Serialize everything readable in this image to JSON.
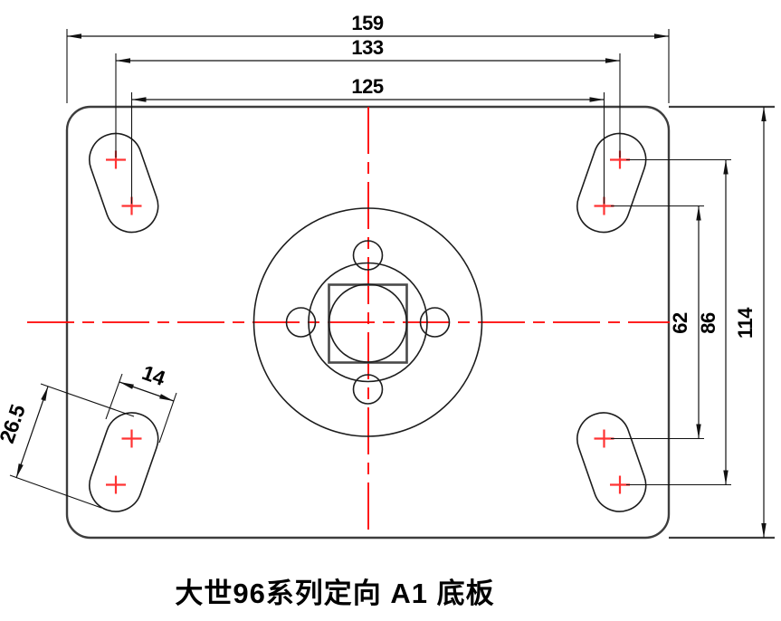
{
  "title": {
    "text": "大世96系列定向 A1 底板"
  },
  "drawing": {
    "dims": {
      "overall_width": "159",
      "upper_slot_centers_span": "133",
      "lower_slot_centers_span": "125",
      "inner_vertical_span": "62",
      "outer_vertical_span": "86",
      "overall_height": "114",
      "slot_width": "14",
      "slot_length": "26.5"
    },
    "colors": {
      "outline": "#3d3d3d",
      "feature_line": "#1c1c1c",
      "dimension_line": "#111111",
      "centerline_red": "#ff0000",
      "cross_red": "#ff3333",
      "text": "#000000"
    }
  }
}
